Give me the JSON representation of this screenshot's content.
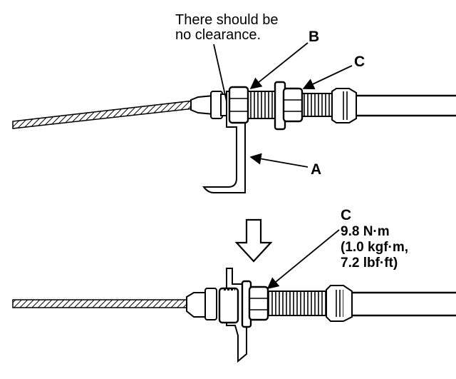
{
  "top_view": {
    "note_line1": "There should be",
    "note_line2": "no clearance.",
    "label_a": "A",
    "label_b": "B",
    "label_c": "C"
  },
  "bottom_view": {
    "label_c": "C",
    "torque_nm": "9.8 N·m",
    "torque_kgfm": "(1.0 kgf·m,",
    "torque_lbfft": "7.2 lbf·ft)"
  }
}
